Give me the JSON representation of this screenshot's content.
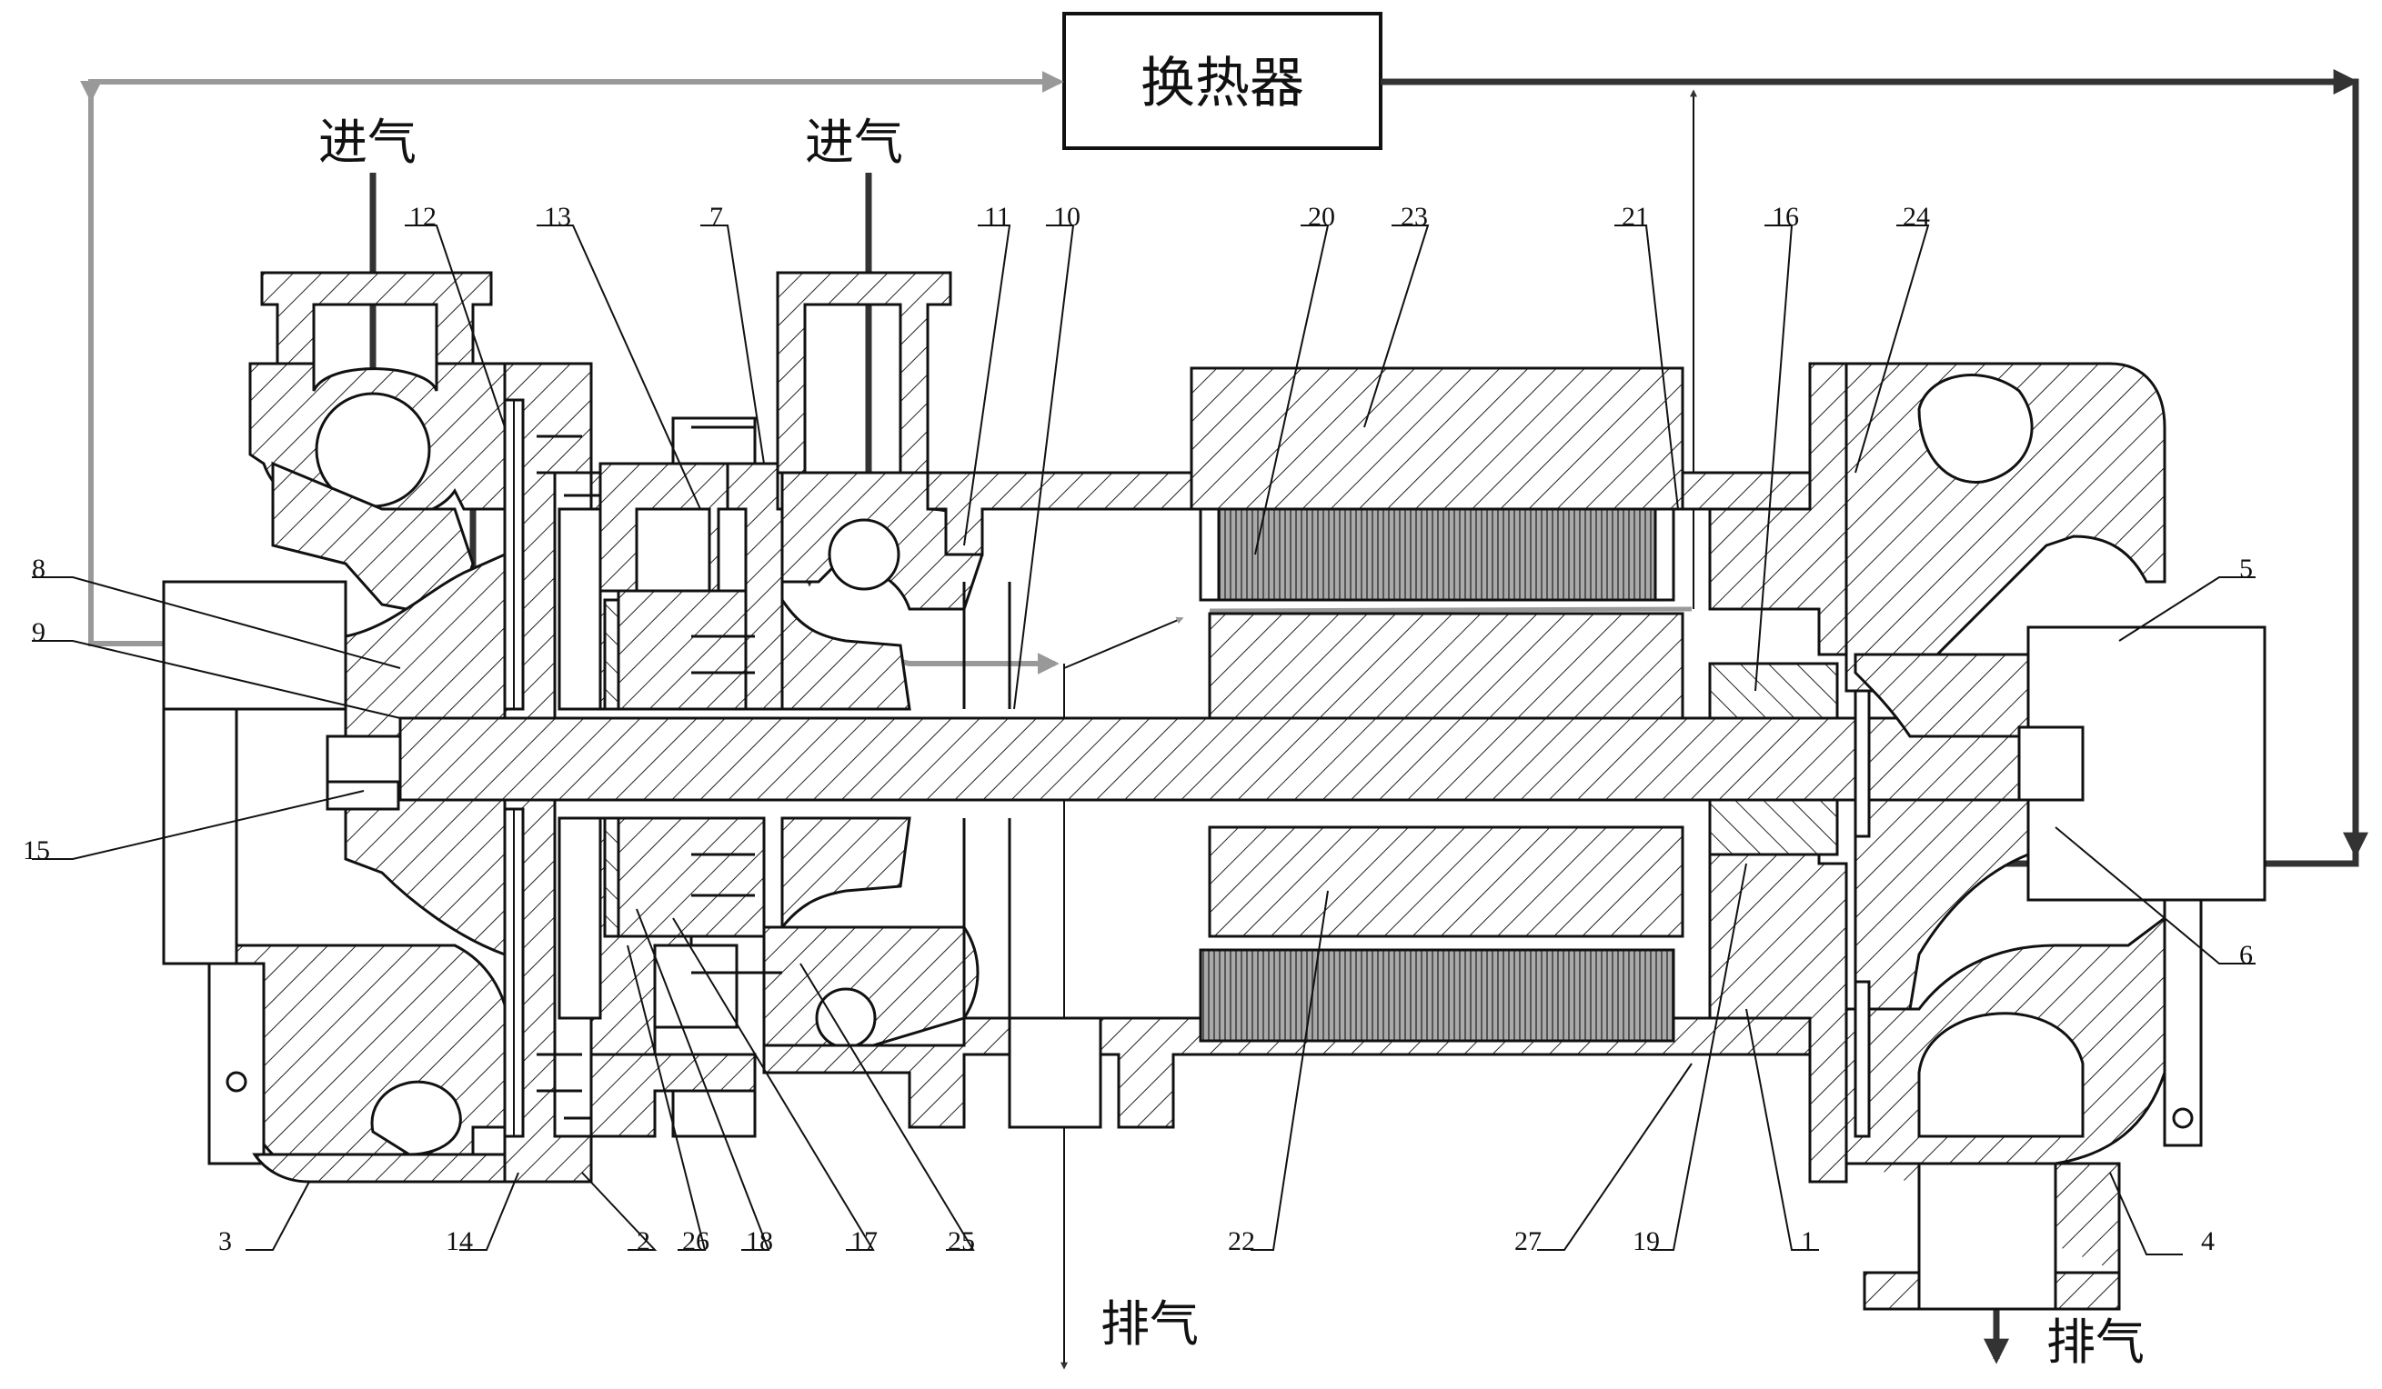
{
  "heat_exchanger": "换热器",
  "flows": {
    "intake_left": "进气",
    "intake_mid": "进气",
    "exhaust_mid": "排气",
    "exhaust_right": "排气"
  },
  "part_labels": {
    "l1": "1",
    "l2": "2",
    "l3": "3",
    "l4": "4",
    "l5": "5",
    "l6": "6",
    "l7": "7",
    "l8": "8",
    "l9": "9",
    "l10": "10",
    "l11": "11",
    "l12": "12",
    "l13": "13",
    "l14": "14",
    "l15": "15",
    "l16": "16",
    "l17": "17",
    "l18": "18",
    "l19": "19",
    "l20": "20",
    "l21": "21",
    "l22": "22",
    "l23": "23",
    "l24": "24",
    "l25": "25",
    "l26": "26",
    "l27": "27"
  },
  "colors": {
    "outline": "#111111",
    "hot_flow": "#333333",
    "cool_flow": "#999999",
    "background": "#ffffff"
  }
}
